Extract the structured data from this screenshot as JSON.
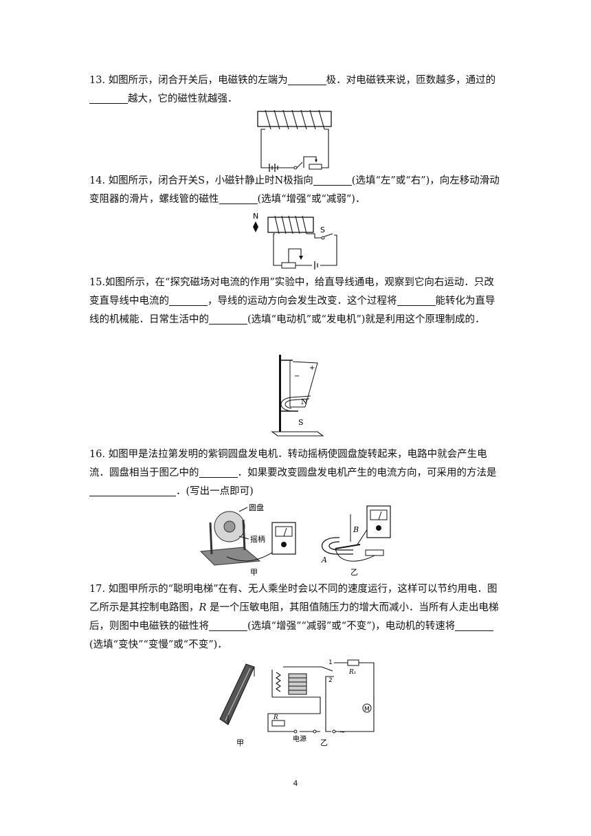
{
  "q13": {
    "a": "13. 如图所示，闭合开关后，电磁铁的左端为",
    "b": "极．对电磁铁来说，匝数越多，通过的",
    "c": "越大，它的磁性就越强．"
  },
  "q14": {
    "a": "14. 如图所示，闭合开关S，小磁针静止时N极指向",
    "b": "(选填“左”或“右”)，向左移动滑动变阻器的滑片，螺线管的磁性",
    "c": "(选填“增强”或“减弱”)．",
    "fig": {
      "n": "N",
      "s": "S"
    }
  },
  "q15": {
    "a": "15.如图所示，在“探究磁场对电流的作用”实验中，给直导线通电，观察到它向右运动．只改变直导线中电流的",
    "b": "，导线的运动方向会发生改变．这个过程将",
    "c": "能转化为直导线的机械能．日常生活中的",
    "d": "(选填“电动机”或“发电机”)就是利用这个原理制成的．",
    "fig": {
      "minus": "−",
      "plus": "+",
      "n": "N",
      "s": "S"
    }
  },
  "q16": {
    "a": "16. 如图甲是法拉第发明的紫铜圆盘发电机．转动摇柄使圆盘旋转起来，电路中就会产生电流．圆盘相当于图乙中的",
    "b": "．如果要改变圆盘发电机产生的电流方向，可采用的方法是",
    "c": "．(写出一点即可)",
    "fig": {
      "disc": "圆盘",
      "crank": "摇柄",
      "label_a": "A",
      "label_b": "B",
      "jia": "甲",
      "yi": "乙"
    }
  },
  "q17": {
    "a": "17. 如图甲所示的“聪明电梯”在有、无人乘坐时会以不同的速度运行，这样可以节约用电．图乙所示是其控制电路图，",
    "r": "R",
    "b": " 是一个压敏电阻，其阻值随压力的增大而减小．当所有人走出电梯后，则图中电磁铁的磁性将",
    "c": "(选填“增强”“减弱”或“不变”)，电动机的转速将",
    "d": "(选填“变快”“变慢”或“不变”)．",
    "fig": {
      "r": "R",
      "r1": "R₁",
      "contact1": "1",
      "contact2": "2",
      "motor": "M",
      "source": "电源",
      "ac": "~",
      "jia": "甲",
      "yi": "乙"
    }
  },
  "page_number": "4"
}
